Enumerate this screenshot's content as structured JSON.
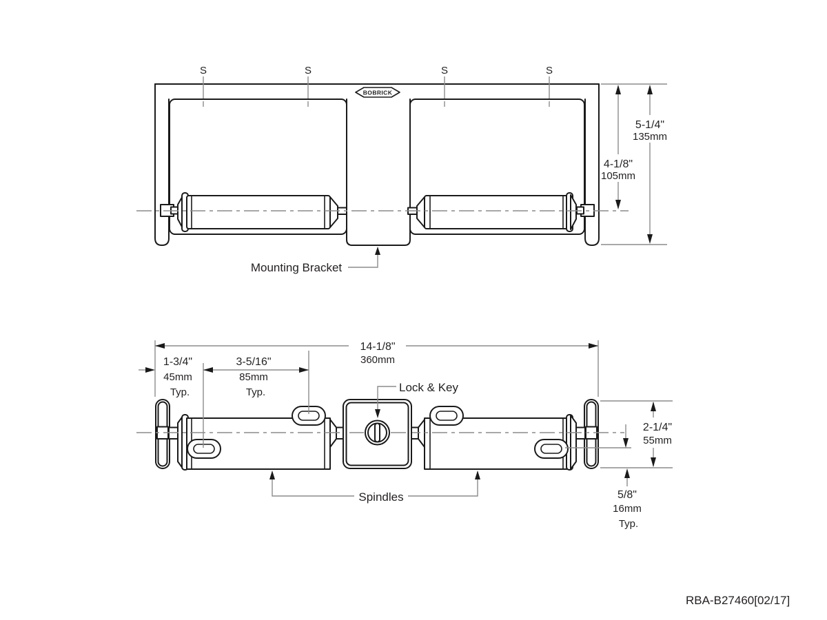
{
  "drawing": {
    "brand": "BOBRICK",
    "part_number": "RBA-B27460[02/17]",
    "top_view": {
      "s_labels": [
        "S",
        "S",
        "S",
        "S"
      ],
      "mounting_bracket_label": "Mounting Bracket",
      "dims": {
        "height_to_centerline_in": "4-1/8\"",
        "height_to_centerline_mm": "105mm",
        "overall_height_in": "5-1/4\"",
        "overall_height_mm": "135mm"
      }
    },
    "plan_view": {
      "lock_key_label": "Lock & Key",
      "spindles_label": "Spindles",
      "dims": {
        "overall_width_in": "14-1/8\"",
        "overall_width_mm": "360mm",
        "end_offset_in": "1-3/4\"",
        "end_offset_mm": "45mm",
        "end_offset_typ": "Typ.",
        "slot_spacing_in": "3-5/16\"",
        "slot_spacing_mm": "85mm",
        "slot_spacing_typ": "Typ.",
        "depth_in": "2-1/4\"",
        "depth_mm": "55mm",
        "bottom_offset_in": "5/8\"",
        "bottom_offset_mm": "16mm",
        "bottom_offset_typ": "Typ."
      }
    },
    "colors": {
      "line": "#1a1a1a",
      "dim_line": "#8c8c8c",
      "text": "#231f20",
      "background": "#ffffff"
    }
  }
}
